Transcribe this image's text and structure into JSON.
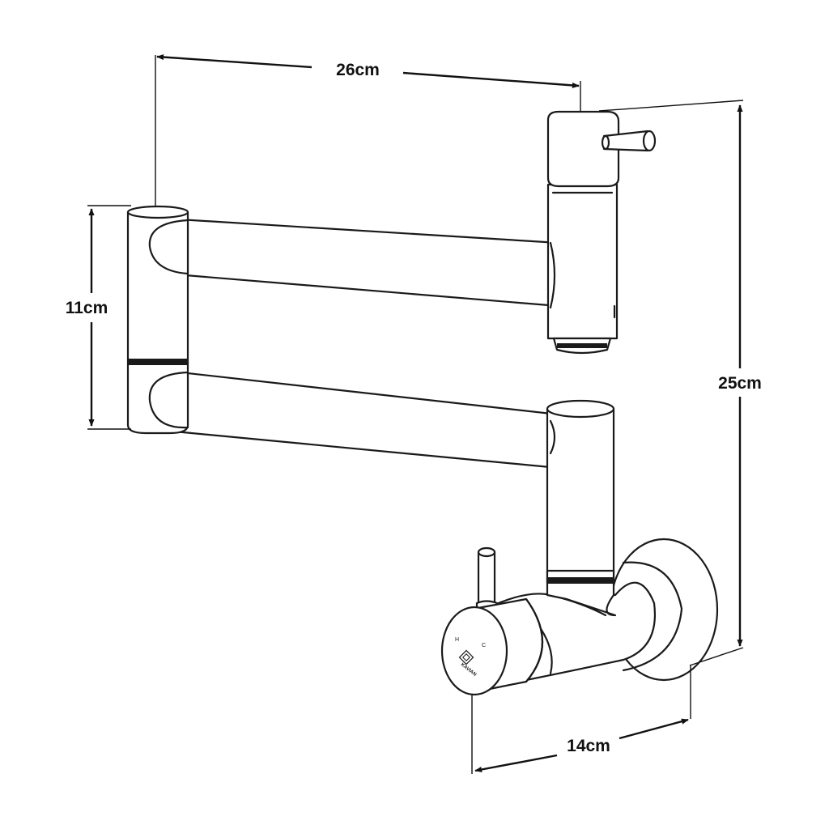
{
  "dimensions": {
    "width_top": "26cm",
    "height_left": "11cm",
    "height_right": "25cm",
    "width_bottom": "14cm"
  },
  "knob": {
    "hot_label": "H",
    "cold_label": "C",
    "brand_text": "KAVIAN"
  },
  "colors": {
    "line": "#1a1a1a",
    "background": "#ffffff"
  }
}
